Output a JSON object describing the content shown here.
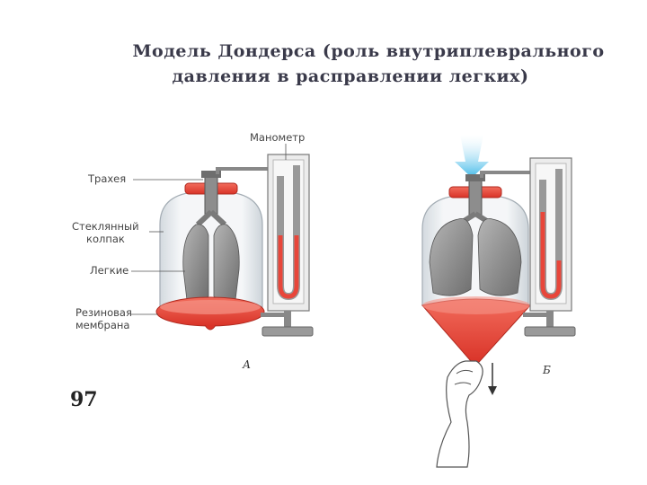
{
  "title": {
    "line1": "Модель Дондерса  (роль внутриплеврального",
    "line2": "давления в расправлении легких)"
  },
  "labels": {
    "manometer": "Манометр",
    "trachea": "Трахея",
    "jar_line1": "Стеклянный",
    "jar_line2": "колпак",
    "lungs": "Легкие",
    "membrane_line1": "Резиновая",
    "membrane_line2": "мембрана",
    "panel_a": "А",
    "panel_b": "Б",
    "page_number": "97"
  },
  "colors": {
    "membrane_red": "#e8463a",
    "air_blue": "#3fb8e8",
    "glass": "#e9eef2",
    "lung_gray": "#8c8c8c"
  }
}
